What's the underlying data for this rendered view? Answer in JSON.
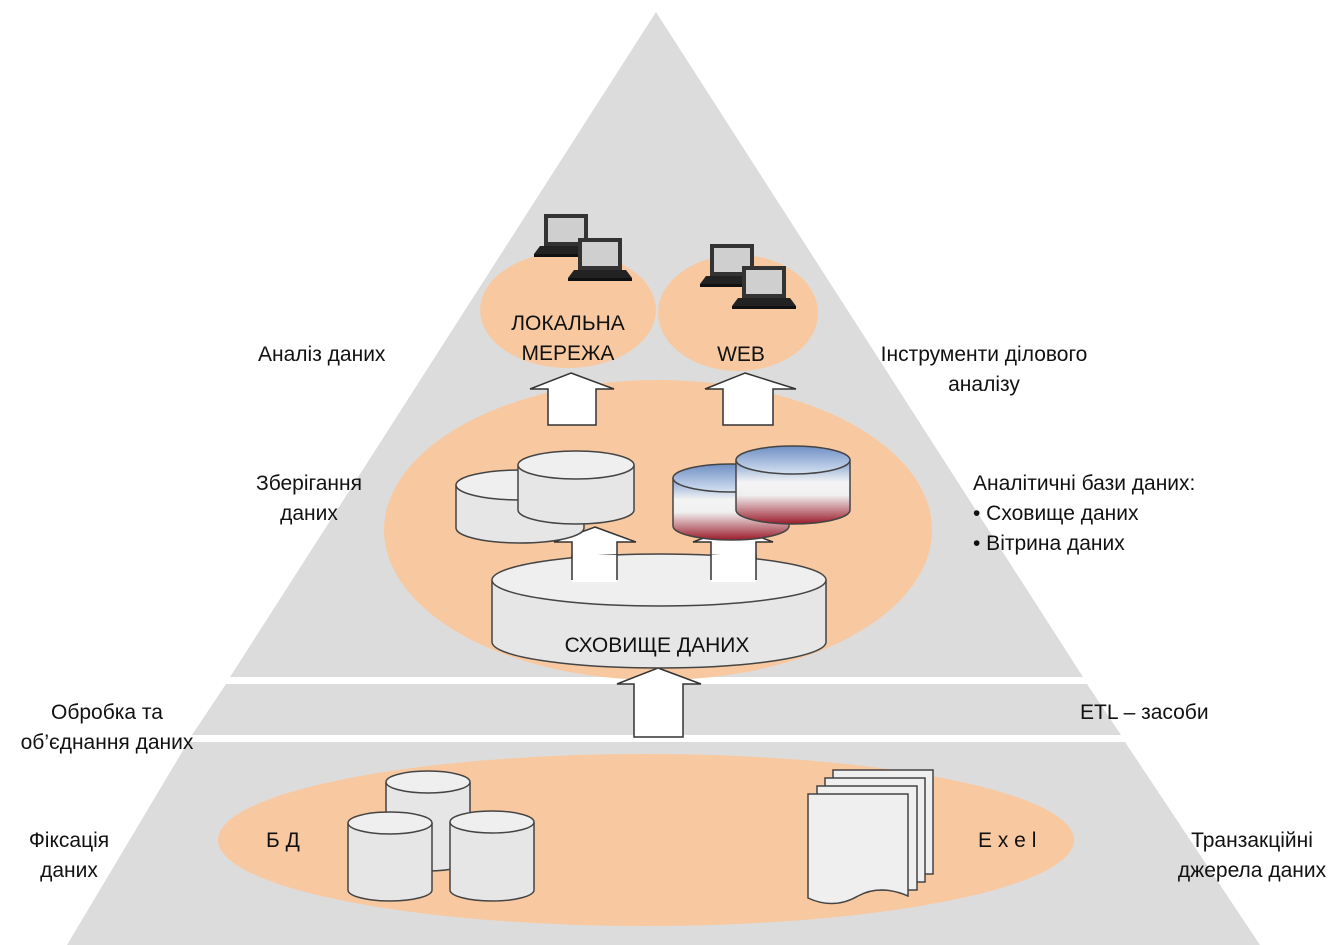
{
  "layers": {
    "analysis": {
      "left": [
        "Аналіз даних"
      ],
      "right": [
        "Інструменти ділового",
        "аналізу"
      ],
      "nodes": {
        "lan": [
          "ЛОКАЛЬНА",
          "МЕРЕЖА"
        ],
        "web": "WEB"
      }
    },
    "storage": {
      "left": [
        "Зберігання",
        "даних"
      ],
      "right": {
        "heading": "Аналітичні бази даних:",
        "items": [
          "• Сховище даних",
          "• Вітрина даних"
        ]
      },
      "warehouse_label": "СХОВИЩЕ ДАНИХ"
    },
    "etl": {
      "left": [
        "Обробка та",
        "об’єднання даних"
      ],
      "right": "ETL – засоби"
    },
    "capture": {
      "left": [
        "Фіксація",
        "даних"
      ],
      "right": [
        "Транзакційні",
        "джерела даних"
      ],
      "db_label": "Б Д",
      "excel_label": "E x e l"
    }
  },
  "colors": {
    "pyramid": "#dcdcdc",
    "band_ellipse": "#f8c9a0",
    "cylinder": "#e6e6e6",
    "outline": "#444444",
    "datamart_top": "#b9cde8",
    "datamart_bottom": "#9b1c2b"
  },
  "icons": [
    "laptop-icon",
    "database-icon",
    "document-stack-icon",
    "arrow-up-icon"
  ]
}
